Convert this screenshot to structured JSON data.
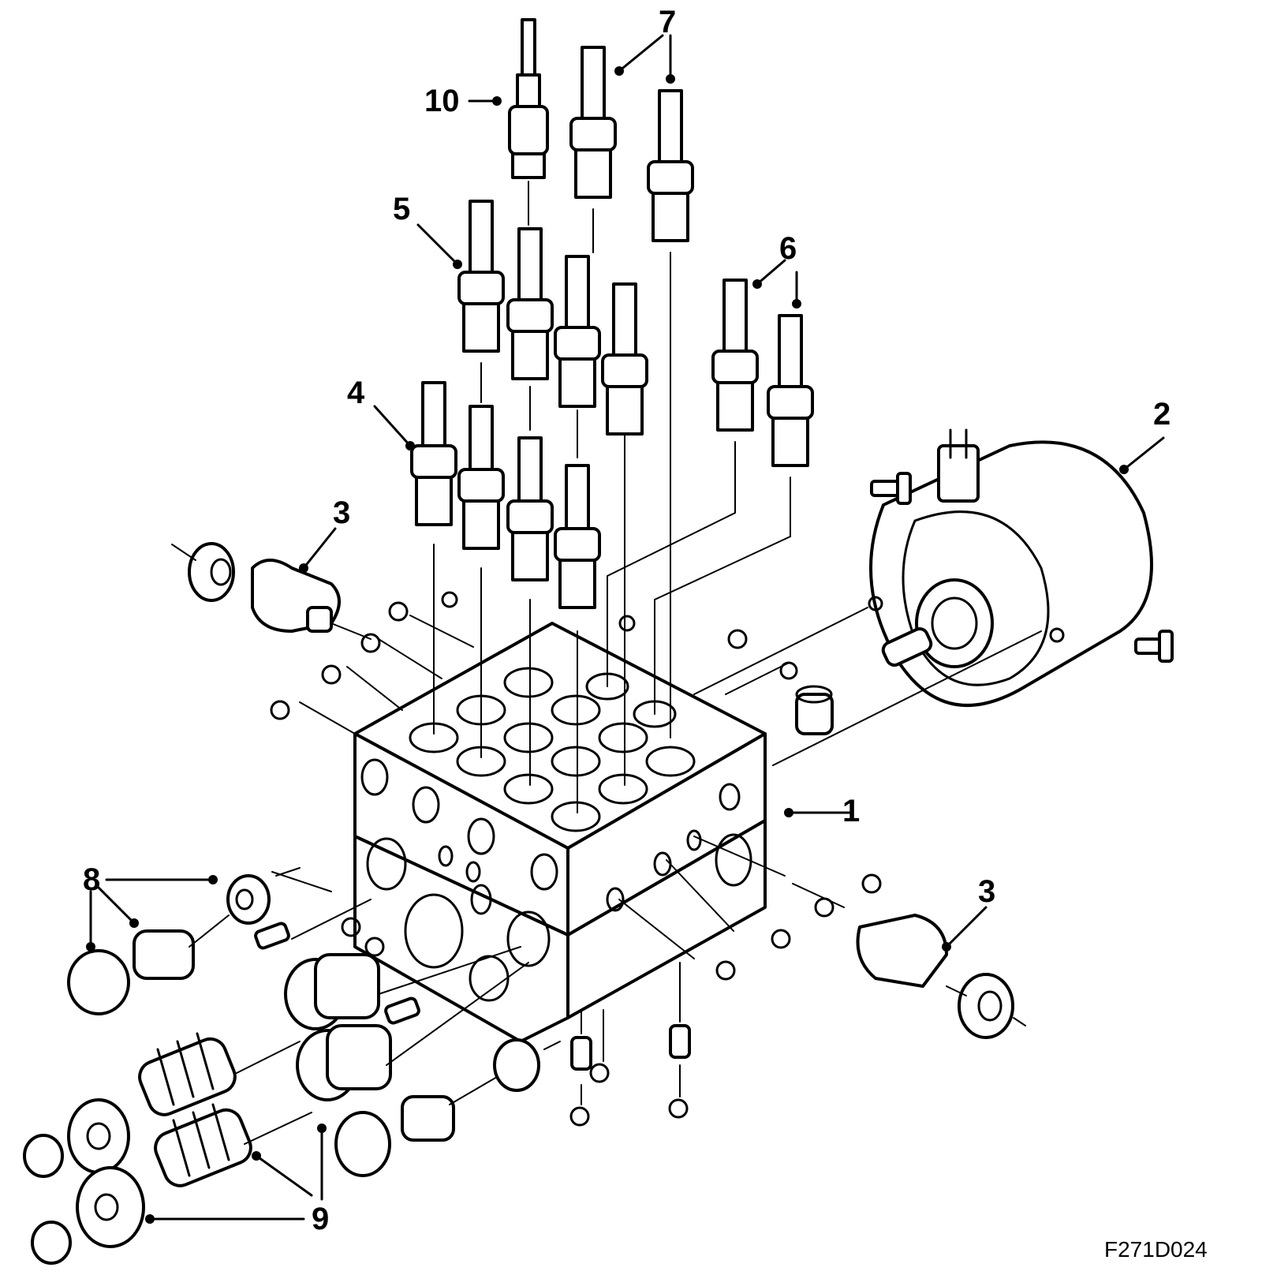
{
  "diagram": {
    "callouts": [
      {
        "id": "c1",
        "text": "1"
      },
      {
        "id": "c2",
        "text": "2"
      },
      {
        "id": "c3a",
        "text": "3"
      },
      {
        "id": "c3b",
        "text": "3"
      },
      {
        "id": "c4",
        "text": "4"
      },
      {
        "id": "c5",
        "text": "5"
      },
      {
        "id": "c6",
        "text": "6"
      },
      {
        "id": "c7",
        "text": "7"
      },
      {
        "id": "c8",
        "text": "8"
      },
      {
        "id": "c9",
        "text": "9"
      },
      {
        "id": "c10",
        "text": "10"
      }
    ],
    "figure_id": "F271D024"
  }
}
